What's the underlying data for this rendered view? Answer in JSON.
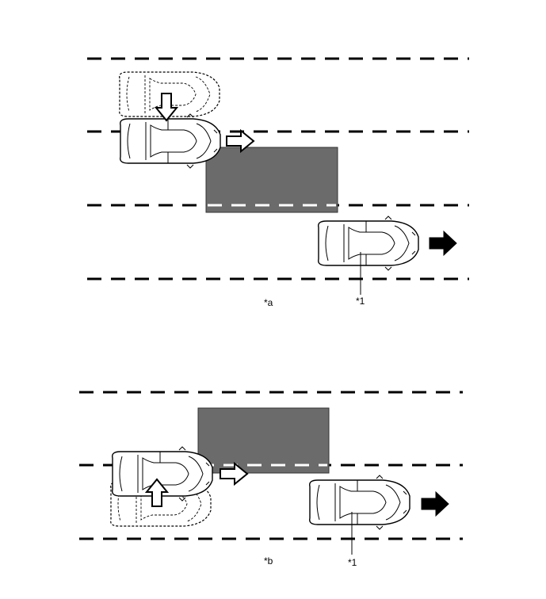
{
  "panel_a": {
    "label": "*a",
    "callout": "*1"
  },
  "panel_b": {
    "label": "*b",
    "callout": "*1"
  },
  "icons": {
    "ego_vehicle": "car-top-view-icon",
    "previous_position": "car-ghost-outline-icon",
    "target_vehicle": "car-top-view-icon",
    "lane_change_arrow": "hollow-arrow-icon",
    "travel_direction_arrow": "solid-arrow-icon",
    "blind_spot_area": "detection-area-block"
  },
  "colors": {
    "detection_area": "#6b6b6b",
    "line": "#000000",
    "background": "#ffffff"
  }
}
